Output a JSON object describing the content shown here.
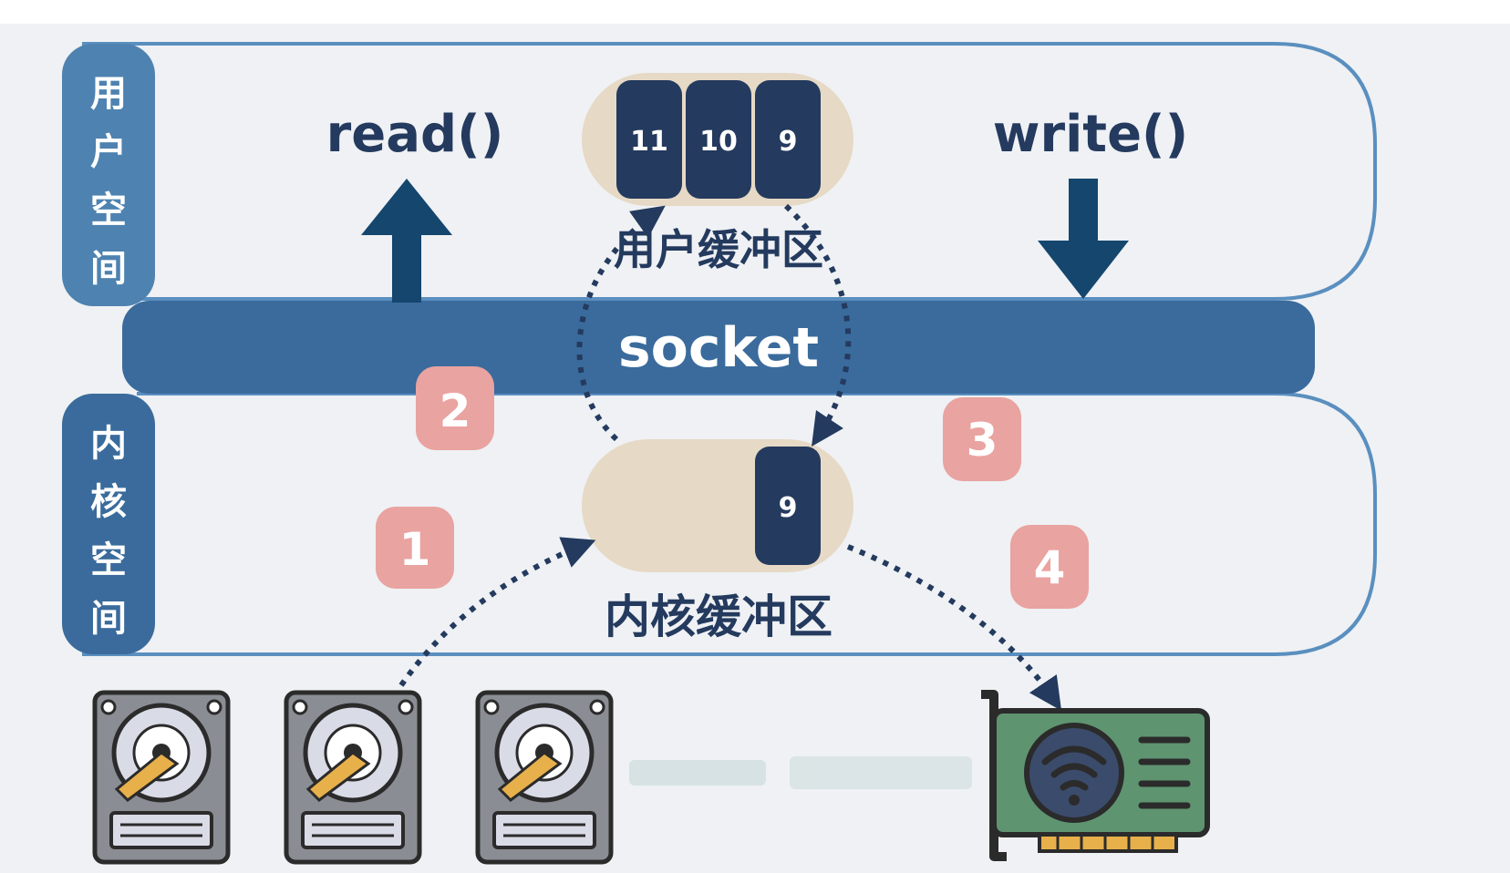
{
  "user_space": {
    "label_chars": [
      "用",
      "户",
      "空",
      "间"
    ]
  },
  "kernel_space": {
    "label_chars": [
      "内",
      "核",
      "空",
      "间"
    ]
  },
  "socket_label": "socket",
  "read_label": "read()",
  "write_label": "write()",
  "user_buffer": {
    "label": "用户缓冲区",
    "blocks": [
      "11",
      "10",
      "9"
    ]
  },
  "kernel_buffer": {
    "label": "内核缓冲区",
    "blocks": [
      "9"
    ]
  },
  "steps": [
    "1",
    "2",
    "3",
    "4"
  ],
  "devices": {
    "disks": [
      "hard-disk-icon",
      "hard-disk-icon",
      "hard-disk-icon"
    ],
    "nic": "network-card-icon"
  },
  "colors": {
    "background": "#eff1f4",
    "outline": "#5a8fbf",
    "label_pill": "#4e82b0",
    "socket_bar": "#3a6b9c",
    "dark_navy": "#243a5e",
    "buffer_bg": "#e6d9c5",
    "step_badge": "#e9a3a0",
    "arrow_navy": "#14466e",
    "nic_green": "#5f9471",
    "disk_grey": "#8a8d93"
  }
}
